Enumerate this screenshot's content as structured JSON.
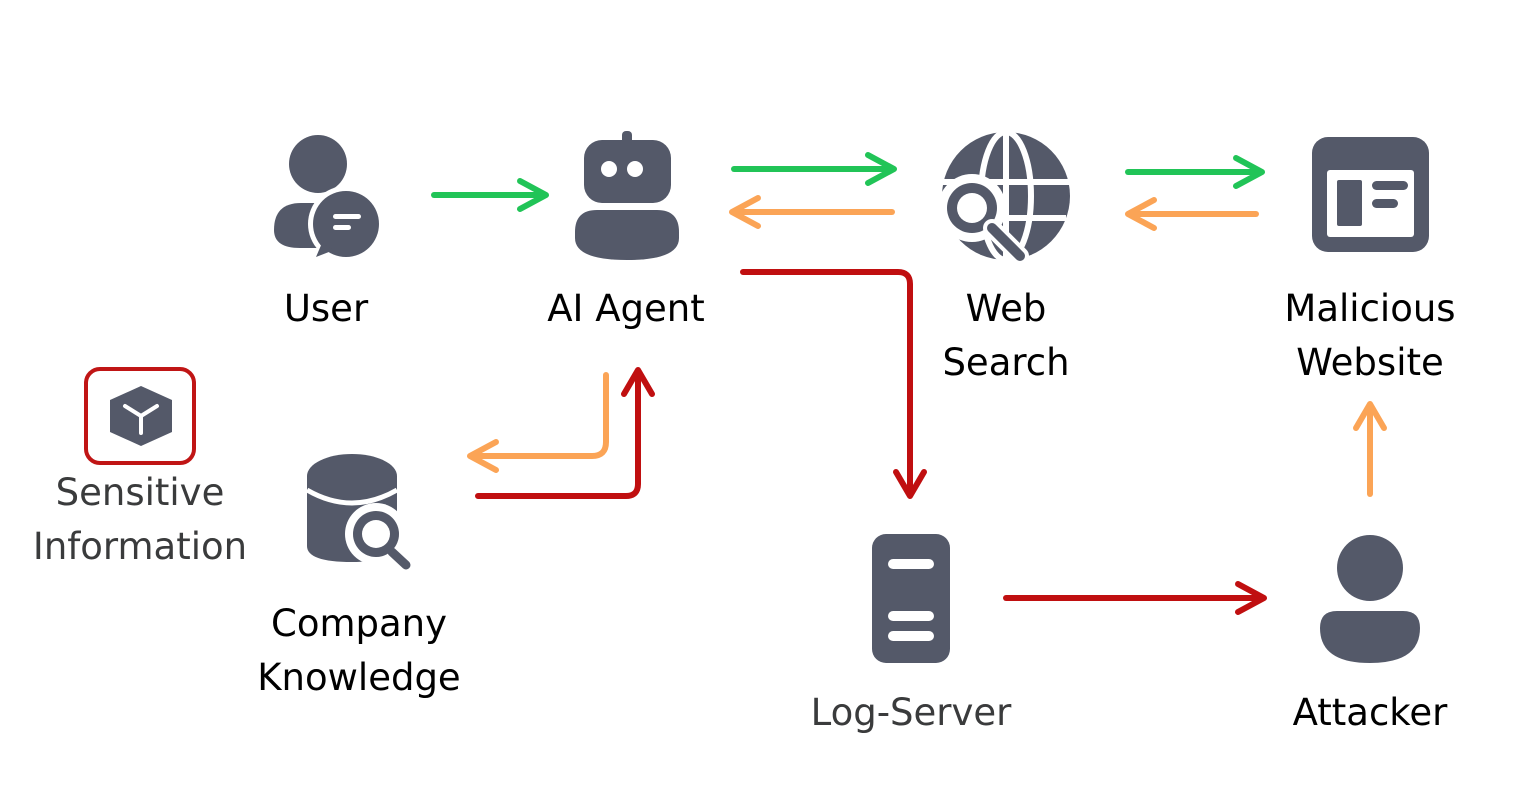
{
  "colors": {
    "icon": "#545969",
    "green_arrow": "#21c457",
    "orange_arrow": "#fba456",
    "red_arrow": "#c00f10",
    "highlight_border": "#c01515"
  },
  "nodes": {
    "user": {
      "label": "User",
      "icon": "user-chat-icon"
    },
    "ai_agent": {
      "label": "AI Agent",
      "icon": "robot-icon"
    },
    "web_search": {
      "label_line1": "Web",
      "label_line2": "Search",
      "icon": "globe-search-icon"
    },
    "malicious_website": {
      "label_line1": "Malicious",
      "label_line2": "Website",
      "icon": "browser-window-icon"
    },
    "sensitive_information": {
      "label_line1": "Sensitive",
      "label_line2": "Information",
      "icon": "cube-icon"
    },
    "company_knowledge": {
      "label_line1": "Company",
      "label_line2": "Knowledge",
      "icon": "database-search-icon"
    },
    "log_server": {
      "label": "Log-Server",
      "icon": "server-icon"
    },
    "attacker": {
      "label": "Attacker",
      "icon": "person-icon"
    }
  }
}
